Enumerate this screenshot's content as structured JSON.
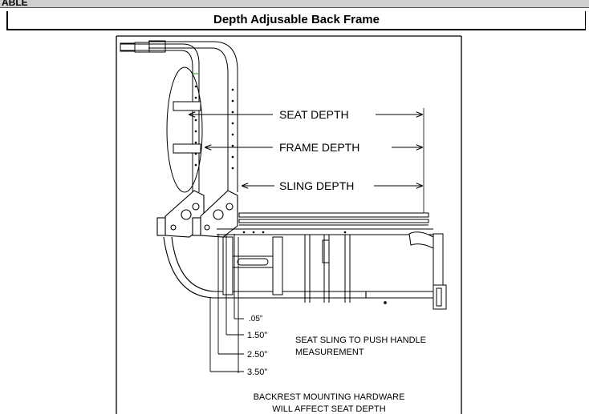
{
  "header": {
    "section_fragment": "ABLE",
    "title": "Depth Adjusable Back Frame"
  },
  "diagram": {
    "seat_depth_label": "SEAT DEPTH",
    "frame_depth_label": "FRAME DEPTH",
    "sling_depth_label": "SLING DEPTH",
    "measurements": [
      ".05”",
      "1.50”",
      "2.50”",
      "3.50”"
    ],
    "sling_note_line1": "SEAT SLING TO PUSH HANDLE",
    "sling_note_line2": "MEASUREMENT",
    "hardware_note_line1": "BACKREST MOUNTING HARDWARE",
    "hardware_note_line2": "WILL AFFECT SEAT DEPTH"
  }
}
